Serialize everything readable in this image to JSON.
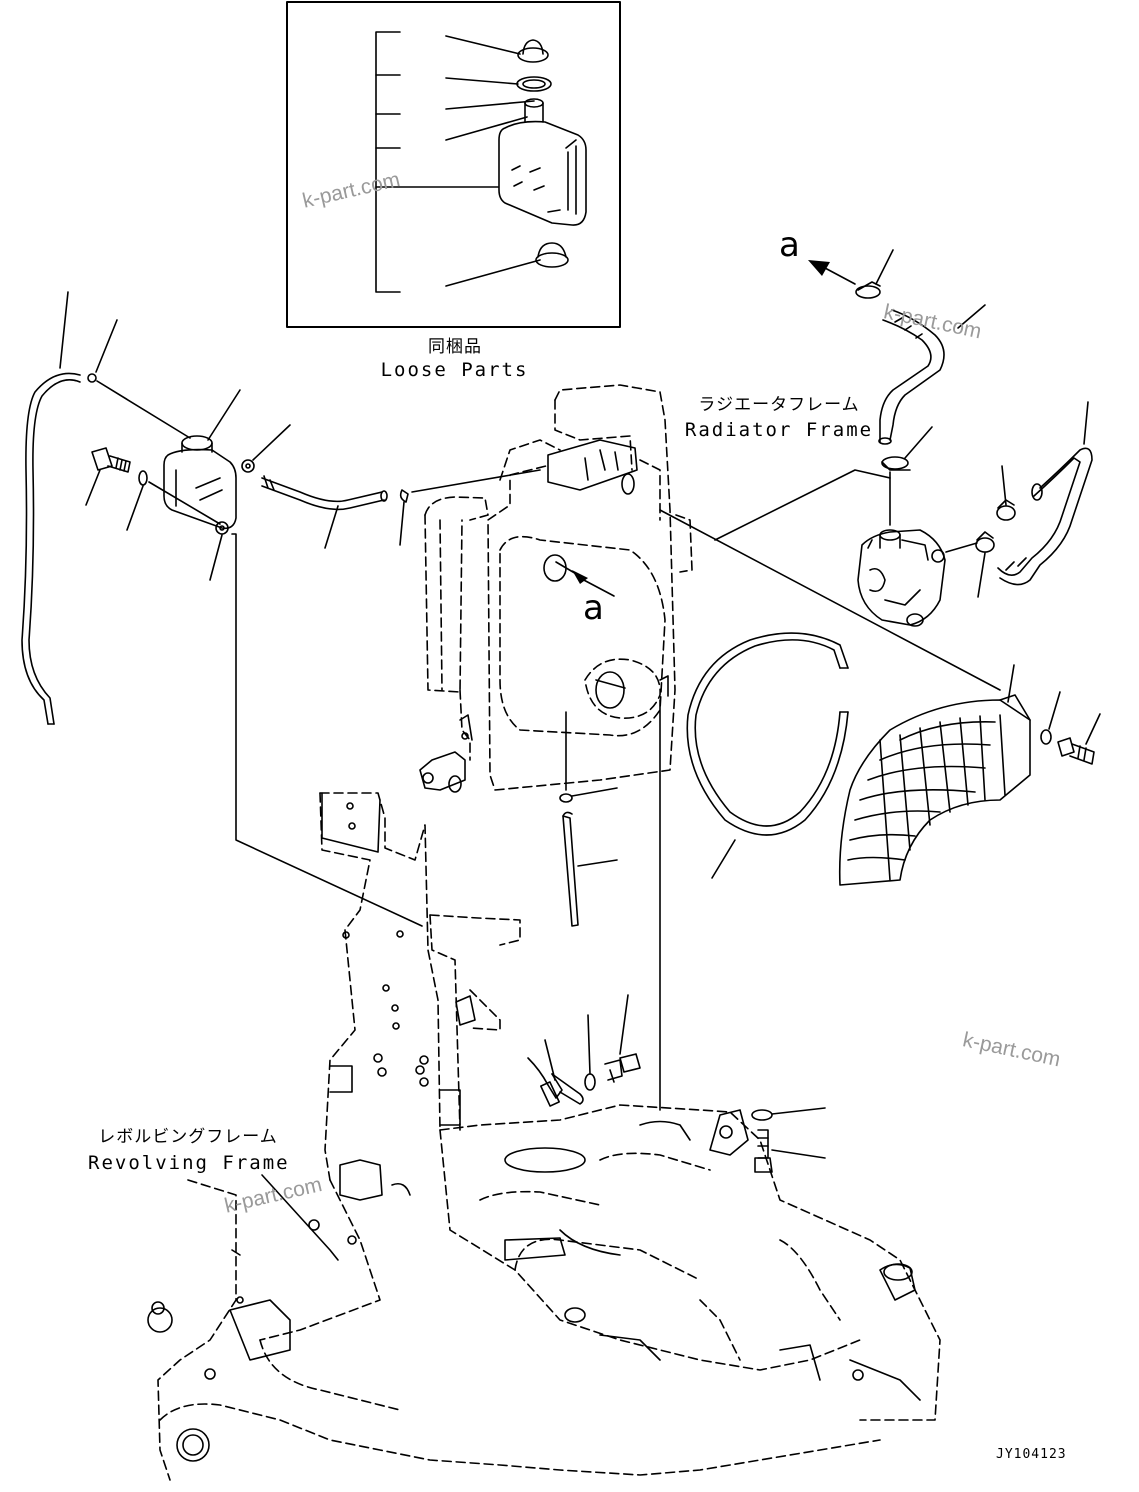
{
  "labels": {
    "loose_parts_jp": "同梱品",
    "loose_parts_en": "Loose Parts",
    "radiator_frame_jp": "ラジエータフレーム",
    "radiator_frame_en": "Radiator Frame",
    "revolving_frame_jp": "レボルビングフレーム",
    "revolving_frame_en": "Revolving Frame",
    "ref_a": "a",
    "drawing_code": "JY104123"
  },
  "watermarks": [
    "k-part.com",
    "k-part.com",
    "k-part.com",
    "k-part.com"
  ],
  "colors": {
    "line": "#000000",
    "watermark": "#9a9a9a",
    "background": "#ffffff"
  }
}
